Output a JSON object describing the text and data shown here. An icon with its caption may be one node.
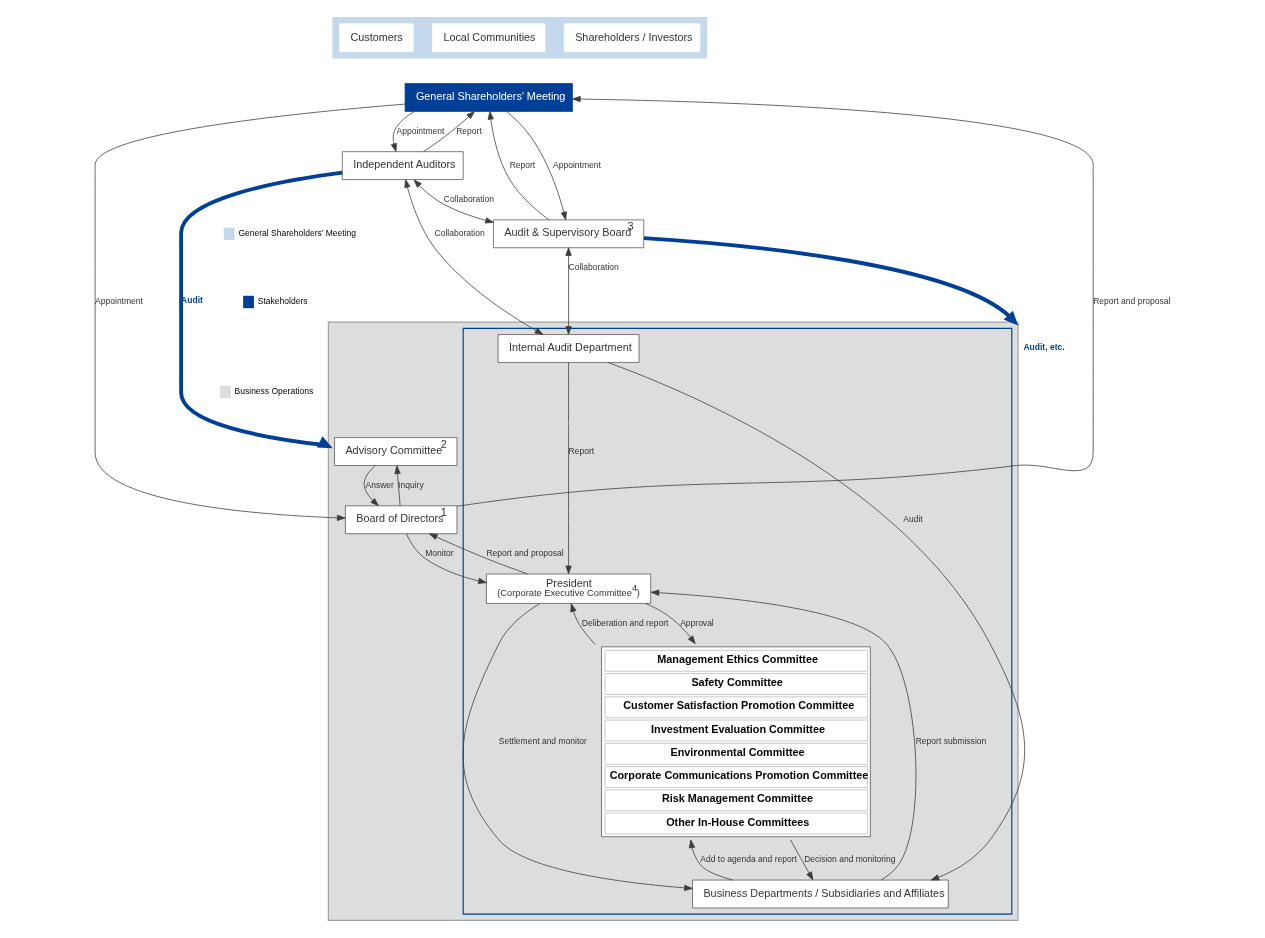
{
  "diagram": {
    "nodes": [
      {
        "text": [],
        "shape": "box"
      },
      {
        "text": [
          "Customers"
        ],
        "in": 0
      },
      {
        "text": [
          "Local Communities"
        ],
        "in": 0
      },
      {
        "text": [
          "Shareholders / Investors"
        ],
        "in": 0
      },
      {
        "text": [
          "General Shareholders’ Meeting"
        ]
      },
      {
        "text": [],
        "shape": "box"
      },
      {
        "text": [
          "Independent Auditors"
        ]
      },
      {
        "text": [
          "Audit & Supervisory Board$^{3}$"
        ]
      },
      {
        "text": [
          "Advisory Committee$^{2}$"
        ],
        "in": 5
      },
      {
        "text": [
          "Board of Directors$^{1}$"
        ],
        "in": 5
      },
      {
        "text": [],
        "shape": "box",
        "in": 5
      },
      {
        "text": [
          "Internal Audit Department"
        ],
        "in": 10
      },
      {
        "text": [
          "President",
          "(Corporate Executive Committee$^{4}$)"
        ],
        "in": 10
      },
      {
        "text": [],
        "shape": "box",
        "in": 10
      },
      {
        "text": [
          "Management Ethics Committee"
        ],
        "in": 13
      },
      {
        "text": [
          "Safety Committee"
        ],
        "in": 13
      },
      {
        "text": [
          "Customer Satisfaction Promotion Committee"
        ],
        "in": 13
      },
      {
        "text": [
          "Investment Evaluation Committee"
        ],
        "in": 13
      },
      {
        "text": [
          "Environmental Committee"
        ],
        "in": 13
      },
      {
        "text": [
          "Corporate Communications Promotion Committee"
        ],
        "in": 13
      },
      {
        "text": [
          "Risk Management Committee"
        ],
        "in": 13
      },
      {
        "text": [
          "Other In-House Committees"
        ],
        "in": 13
      },
      {
        "text": [
          "Business Departments / Subsidiaries and Affiliates"
        ],
        "in": 10
      }
    ],
    "edges": [
      {
        "from": 4,
        "to": 6,
        "arrow": "to",
        "label": "Appointment"
      },
      {
        "from": 6,
        "to": 4,
        "arrow": "to",
        "label": "Report"
      },
      {
        "from": 4,
        "to": 7,
        "arrow": "to",
        "label": "Appointment"
      },
      {
        "from": 7,
        "to": 4,
        "arrow": "to",
        "label": "Report"
      },
      {
        "from": 4,
        "to": 9,
        "arrow": "to",
        "label": "Appointment"
      },
      {
        "from": 9,
        "to": 4,
        "arrow": "to",
        "label": "Report and proposal"
      },
      {
        "from": 8,
        "to": 9,
        "arrow": "to",
        "label": "Answer"
      },
      {
        "from": 9,
        "to": 8,
        "arrow": "to",
        "label": "Inquiry"
      },
      {
        "from": 7,
        "to": 5,
        "arrow": "to",
        "label": "Audit, etc.",
        "style": "thick",
        "color": "#003f98"
      },
      {
        "from": 9,
        "to": 12,
        "arrow": "to",
        "label": "Monitor"
      },
      {
        "from": 12,
        "to": 9,
        "arrow": "to",
        "label": "Report and proposal"
      },
      {
        "from": 6,
        "to": 7,
        "arrow": "both",
        "label": "Collaboration"
      },
      {
        "from": 7,
        "to": 11,
        "arrow": "both",
        "label": "Collaboration"
      },
      {
        "from": 6,
        "to": 11,
        "arrow": "both",
        "label": "Collaboration"
      },
      {
        "from": 6,
        "to": 5,
        "arrow": "to",
        "label": "Audit",
        "style": "thick",
        "color": "#003f98"
      },
      {
        "from": 11,
        "to": 12,
        "arrow": "to",
        "label": "Report"
      },
      {
        "from": 11,
        "to": 22,
        "arrow": "to",
        "label": "Audit"
      },
      {
        "from": 12,
        "to": 22,
        "arrow": "to",
        "label": "Settlement and monitor"
      },
      {
        "from": 22,
        "to": 12,
        "arrow": "to",
        "label": "Report submission"
      },
      {
        "from": 12,
        "to": 13,
        "arrow": "to",
        "label": "Approval"
      },
      {
        "from": 13,
        "to": 12,
        "arrow": "to",
        "label": "Deliberation and report"
      },
      {
        "from": 22,
        "to": 13,
        "arrow": "to",
        "label": "Add to agenda and report"
      },
      {
        "from": 13,
        "to": 22,
        "arrow": "to",
        "label": "Decision and monitoring"
      }
    ],
    "legend": [
      {
        "text": "General Shareholders’ Meeting",
        "color": "#c5d9ec"
      },
      {
        "text": "Stakeholders",
        "color": "#003f98"
      },
      {
        "text": "Business Operations",
        "color": "#dcdddd"
      }
    ]
  }
}
